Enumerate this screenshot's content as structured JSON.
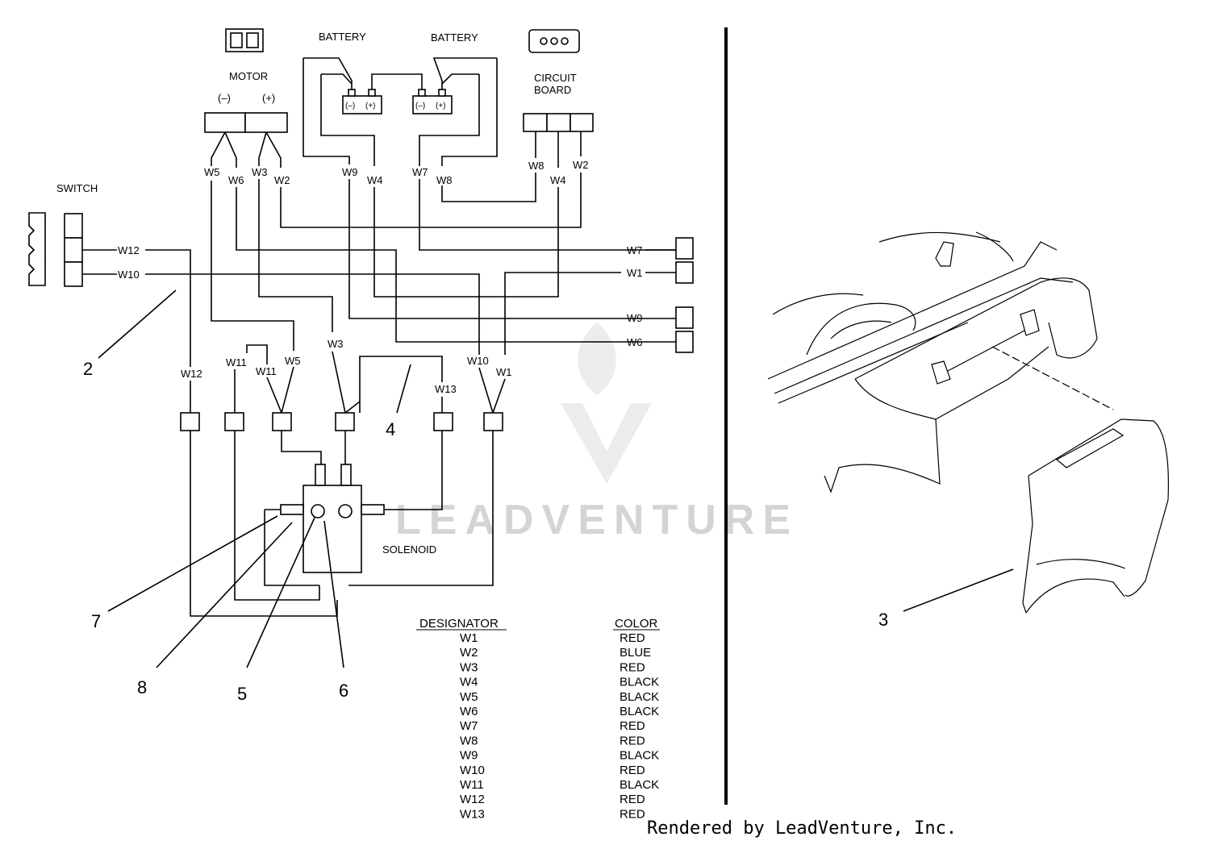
{
  "components": {
    "switch": "SWITCH",
    "motor": "MOTOR",
    "motor_neg": "(–)",
    "motor_pos": "(+)",
    "battery_left": "BATTERY",
    "battery_right": "BATTERY",
    "battery_neg": "(–)",
    "battery_pos": "(+)",
    "circuit_board_line1": "CIRCUIT",
    "circuit_board_line2": "BOARD",
    "solenoid": "SOLENOID"
  },
  "wires": {
    "motor_neg": [
      "W5",
      "W6"
    ],
    "motor_pos": [
      "W3",
      "W2"
    ],
    "battery_left": [
      "W9",
      "W4"
    ],
    "battery_right": [
      "W7",
      "W8"
    ],
    "circuit_board": [
      "W8",
      "W4",
      "W2"
    ],
    "switch": [
      "W12",
      "W10"
    ],
    "right_terminals": [
      "W7",
      "W1",
      "W9",
      "W6"
    ],
    "lower": [
      "W12",
      "W11",
      "W11",
      "W5",
      "W3",
      "W13",
      "W10",
      "W1"
    ]
  },
  "callouts": [
    "2",
    "4",
    "7",
    "8",
    "5",
    "6",
    "3"
  ],
  "legend": {
    "designator_header": "DESIGNATOR",
    "color_header": "COLOR",
    "rows": [
      {
        "designator": "W1",
        "color": "RED"
      },
      {
        "designator": "W2",
        "color": "BLUE"
      },
      {
        "designator": "W3",
        "color": "RED"
      },
      {
        "designator": "W4",
        "color": "BLACK"
      },
      {
        "designator": "W5",
        "color": "BLACK"
      },
      {
        "designator": "W6",
        "color": "BLACK"
      },
      {
        "designator": "W7",
        "color": "RED"
      },
      {
        "designator": "W8",
        "color": "RED"
      },
      {
        "designator": "W9",
        "color": "BLACK"
      },
      {
        "designator": "W10",
        "color": "RED"
      },
      {
        "designator": "W11",
        "color": "BLACK"
      },
      {
        "designator": "W12",
        "color": "RED"
      },
      {
        "designator": "W13",
        "color": "RED"
      }
    ]
  },
  "watermark": "LEADVENTURE",
  "footer": "Rendered by LeadVenture, Inc."
}
